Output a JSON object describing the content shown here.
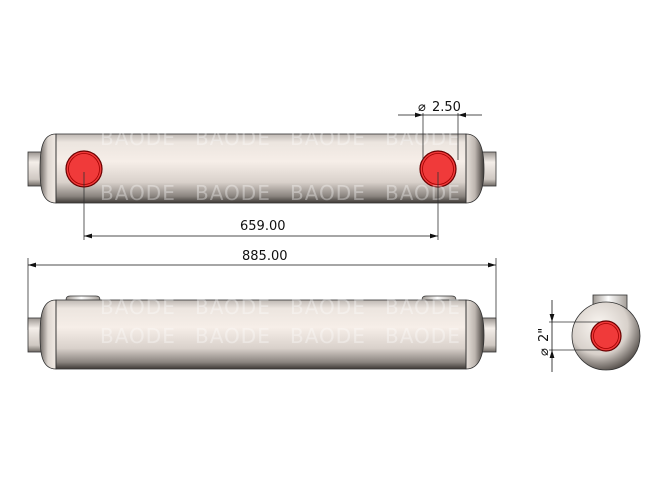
{
  "drawing": {
    "watermark": "BAODE",
    "colors": {
      "port_fill": "#f03a3a",
      "port_ring": "#8a0000",
      "body_light": "#f3ebe4",
      "body_dark": "#4a4440",
      "dim_line": "#222222"
    },
    "views": [
      {
        "name": "top-view",
        "description": "Heat exchanger shell, top view with two red ports"
      },
      {
        "name": "front-view",
        "description": "Heat exchanger shell, side elevation with two nozzles"
      },
      {
        "name": "end-view",
        "description": "Heat exchanger end view with red port"
      }
    ],
    "dimensions": {
      "port_diameter": "2.50",
      "port_diameter_symbol": "⌀",
      "port_spacing": "659.00",
      "overall_length": "885.00",
      "end_port_diameter": "2\"",
      "end_port_diameter_symbol": "⌀"
    }
  }
}
